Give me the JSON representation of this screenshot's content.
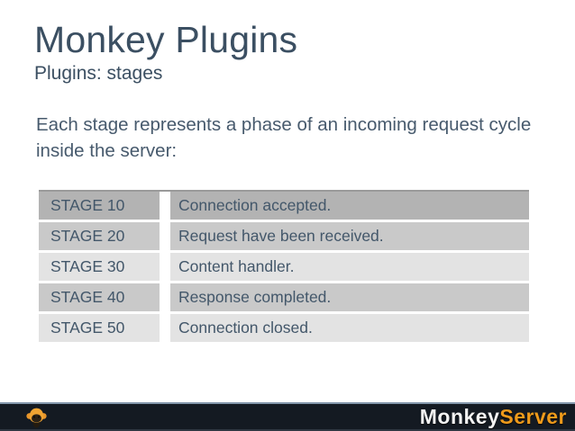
{
  "slide": {
    "title": "Monkey Plugins",
    "subtitle": "Plugins: stages",
    "body_text": "Each stage represents a phase of an incoming request cycle inside the server:"
  },
  "stages_table": {
    "rows": [
      {
        "stage": "STAGE 10",
        "description": "Connection accepted."
      },
      {
        "stage": "STAGE 20",
        "description": "Request have been received."
      },
      {
        "stage": "STAGE 30",
        "description": "Content handler."
      },
      {
        "stage": "STAGE 40",
        "description": "Response completed."
      },
      {
        "stage": "STAGE 50",
        "description": "Connection closed."
      }
    ]
  },
  "footer": {
    "logo_monkey_text": "Monkey",
    "logo_server_text": "Server",
    "monkey_icon": "monkey-logo-icon"
  },
  "colors": {
    "heading_text": "#3b4f62",
    "body_text": "#475a6d",
    "table_row_header_bg": "#b3b3b3",
    "table_row_mid_bg": "#c9c9c9",
    "table_row_light_bg": "#e3e3e3",
    "table_top_border": "#9a9a9a",
    "footer_bg": "#141a22",
    "footer_top_border": "#8498ac",
    "logo_white": "#f3f3f3",
    "logo_orange": "#ee9a1b"
  }
}
